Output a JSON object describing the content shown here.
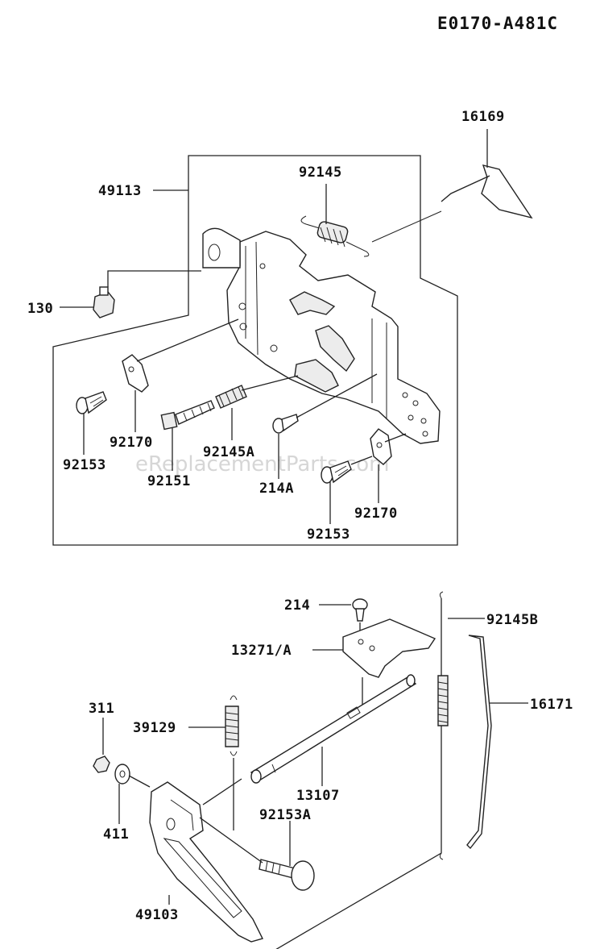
{
  "drawing_code": "E0170-A481C",
  "watermark": "eReplacementParts.com",
  "labels": {
    "p16169": "16169",
    "p92145": "92145",
    "p49113": "49113",
    "p130": "130",
    "p92170a": "92170",
    "p92153a": "92153",
    "p92145A": "92145A",
    "p92151": "92151",
    "p214A": "214A",
    "p92153b": "92153",
    "p92170b": "92170",
    "p214": "214",
    "p92145B": "92145B",
    "p13271A": "13271/A",
    "p16171": "16171",
    "p311": "311",
    "p39129": "39129",
    "p411": "411",
    "p13107": "13107",
    "p92153A": "92153A",
    "p49103": "49103"
  }
}
